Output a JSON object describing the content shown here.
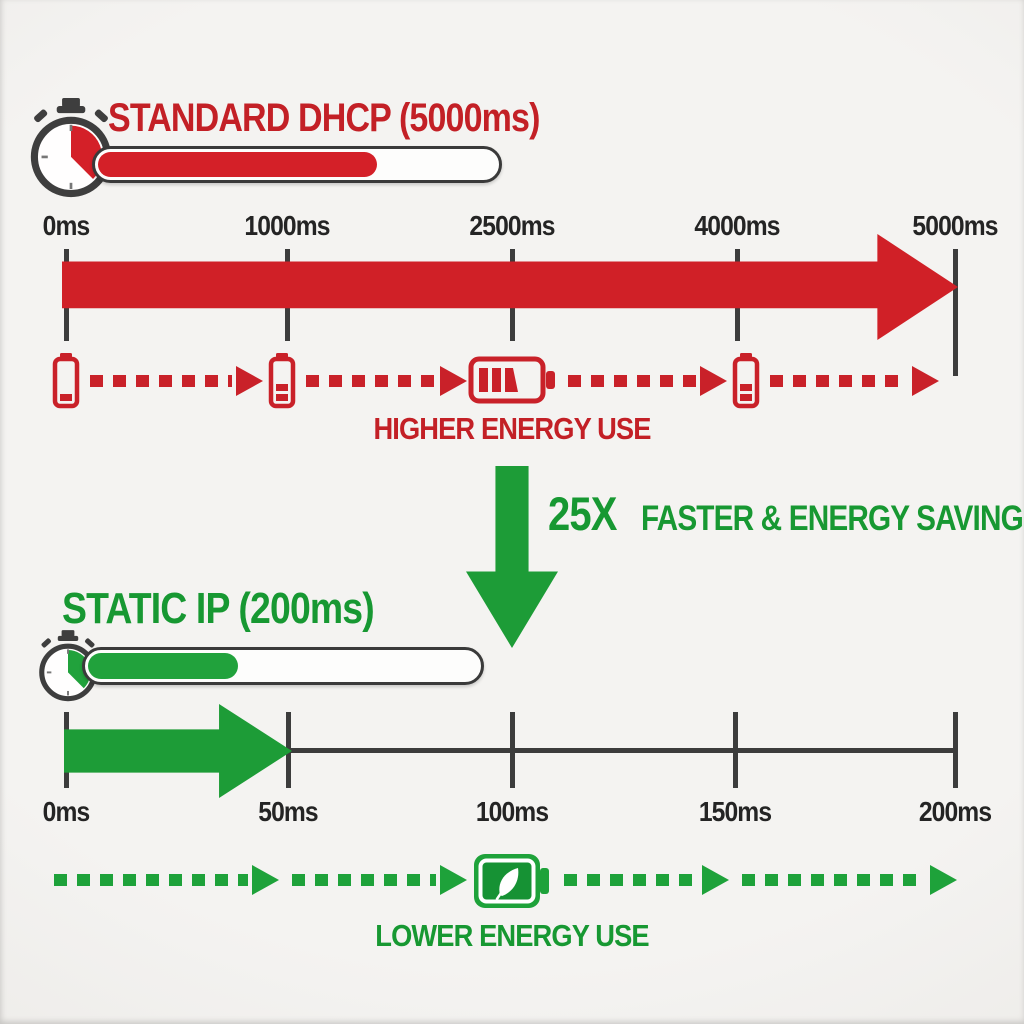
{
  "colors": {
    "red": "#c92129",
    "green": "#1b9c36",
    "timeline_gray": "#3c3c3c",
    "label_dark": "#242424",
    "background": "#f1f0ee",
    "pill_fill_red": "#d42028",
    "pill_fill_green": "#21a23c"
  },
  "dhcp_section": {
    "title": "STANDARD DHCP (5000ms)",
    "stopwatch_icon": "stopwatch-icon",
    "progress_percent": "69",
    "timeline": {
      "ticks": [
        "0ms",
        "1000ms",
        "2500ms",
        "4000ms",
        "5000ms"
      ],
      "arrow_icon": "red-timeline-arrow-icon"
    },
    "energy_row": {
      "battery_icons": [
        "battery-low-icon",
        "battery-mid-icon",
        "battery-high-icon",
        "battery-mid-icon"
      ],
      "label": "HIGHER ENERGY USE"
    }
  },
  "middle_callout": {
    "down_arrow_icon": "down-arrow-icon",
    "multiplier": "25X",
    "headline": "FASTER & ENERGY SAVING"
  },
  "static_section": {
    "title": "STATIC IP (200ms)",
    "stopwatch_icon": "stopwatch-icon",
    "progress_percent": "38",
    "timeline": {
      "ticks": [
        "0ms",
        "50ms",
        "100ms",
        "150ms",
        "200ms"
      ],
      "arrow_icon": "green-timeline-arrow-icon"
    },
    "energy_row": {
      "battery_icons": [
        "eco-battery-leaf-icon"
      ],
      "label": "LOWER ENERGY USE"
    }
  }
}
